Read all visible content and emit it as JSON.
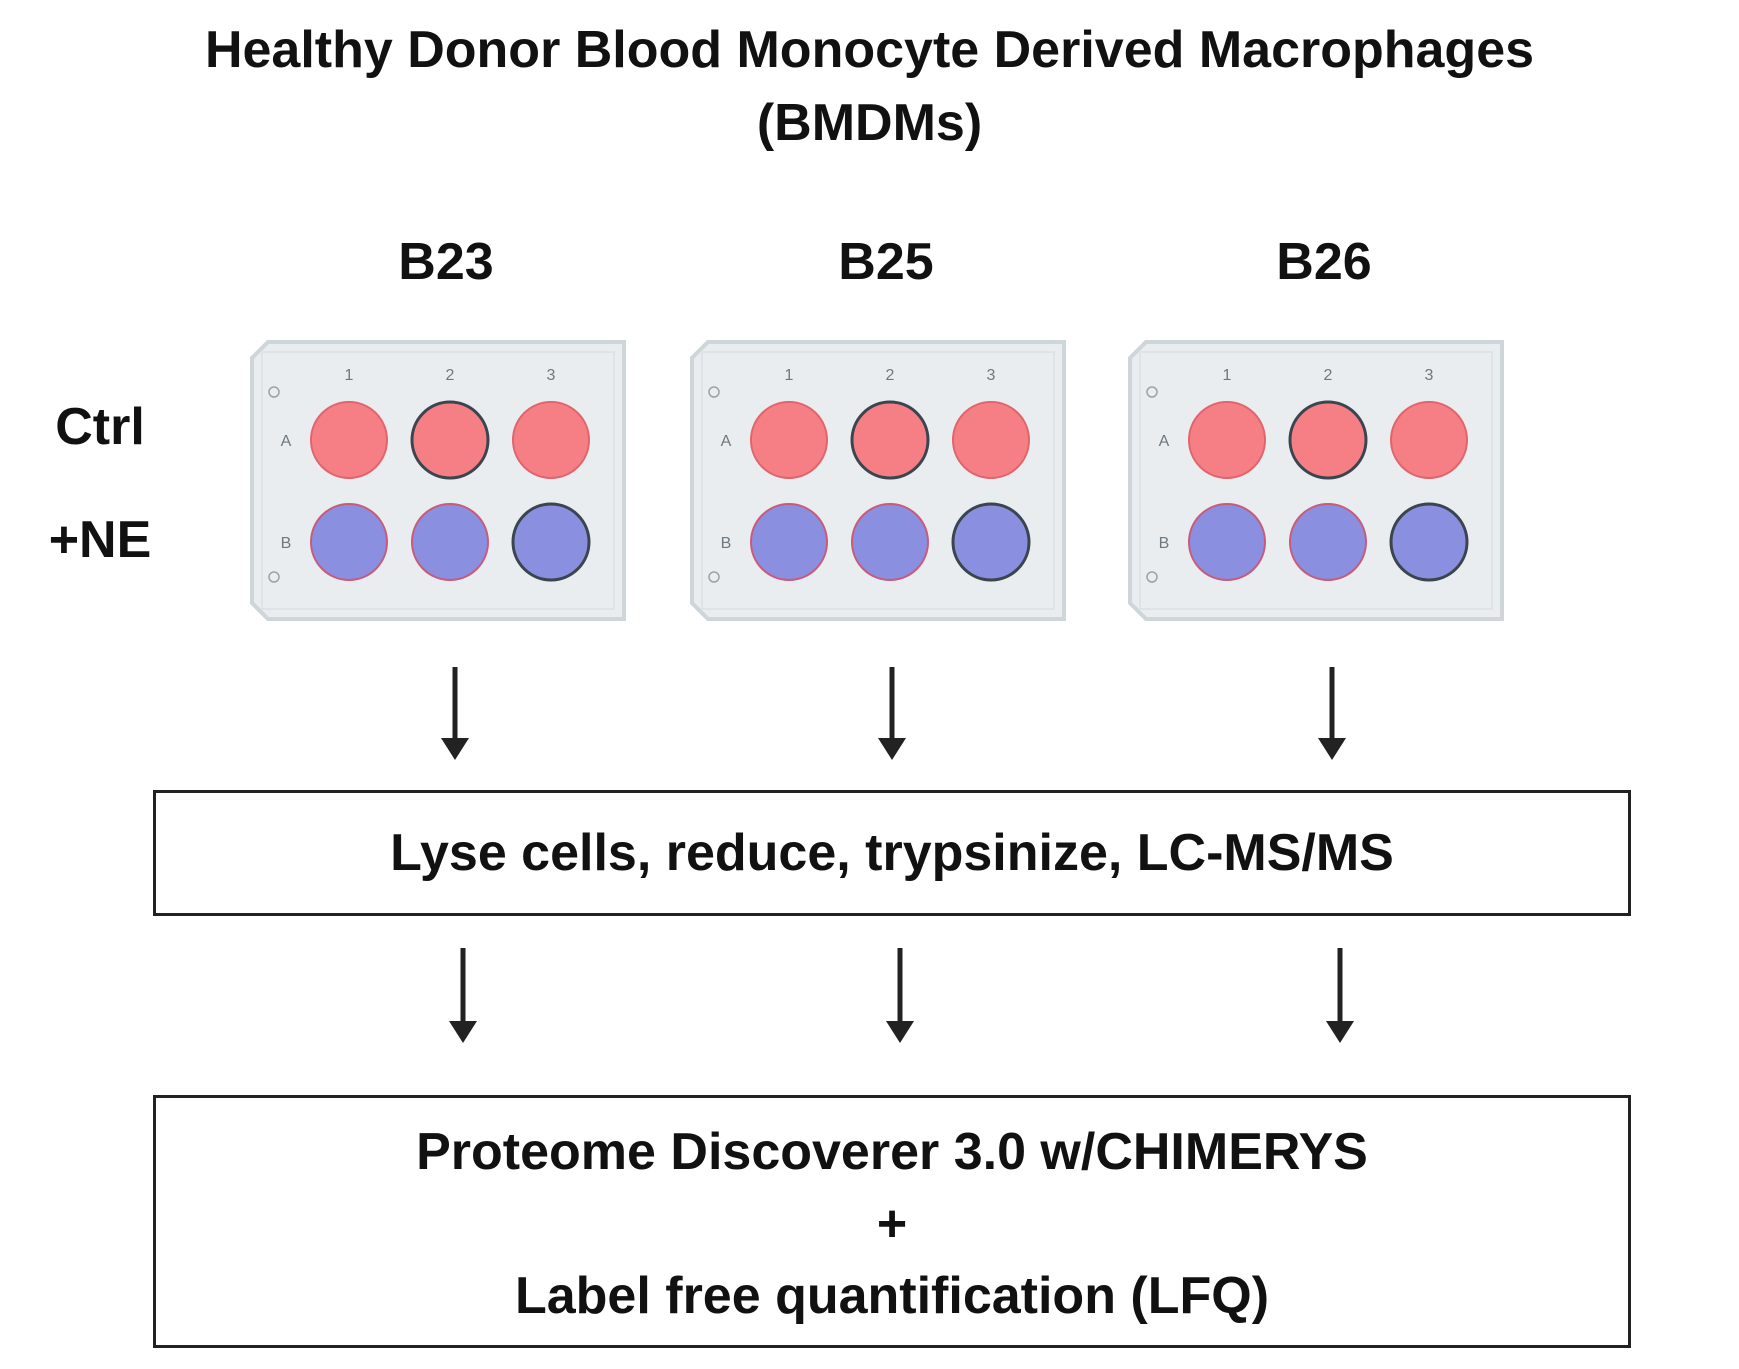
{
  "title": {
    "line1": "Healthy Donor Blood Monocyte Derived Macrophages",
    "line2": "(BMDMs)"
  },
  "donors": [
    {
      "label": "B23"
    },
    {
      "label": "B25"
    },
    {
      "label": "B26"
    }
  ],
  "plate": {
    "column_labels": [
      "1",
      "2",
      "3"
    ],
    "row_labels": [
      "A",
      "B"
    ]
  },
  "conditions": {
    "row_a": "Ctrl",
    "row_b": "+NE"
  },
  "steps": {
    "step1": "Lyse cells, reduce, trypsinize, LC-MS/MS",
    "step2_line1": "Proteome Discoverer 3.0 w/CHIMERYS",
    "step2_line2": "+",
    "step2_line3": "Label free quantification (LFQ)"
  },
  "colors": {
    "ctrl_well": "#f67f86",
    "ne_well": "#8a8fe0",
    "plate": "#e9edf0",
    "plate_border": "#cfd6da",
    "arrow": "#222222"
  }
}
